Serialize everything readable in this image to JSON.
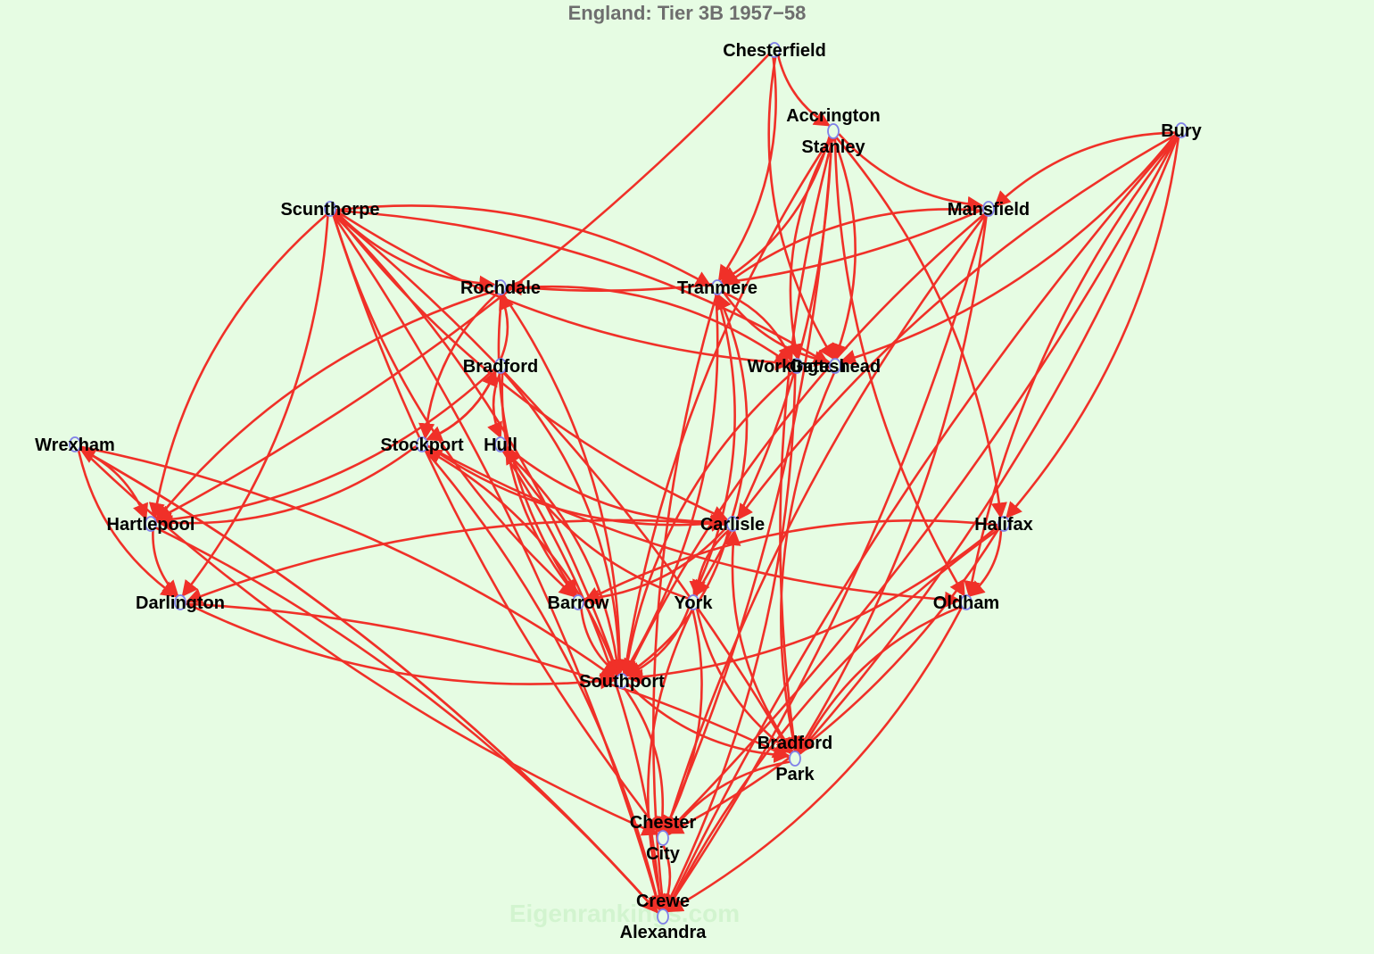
{
  "title": "England: Tier 3B 1957−58",
  "watermark": "Eigenrankings.com",
  "colors": {
    "background": "#e6fce3",
    "edge": "#f03028",
    "node_stroke": "#8080e8",
    "node_fill": "#e6fce3",
    "title": "#6e6e6e"
  },
  "nodes": [
    {
      "id": "chesterfield",
      "lines": [
        "Chesterfield"
      ]
    },
    {
      "id": "accrington",
      "lines": [
        "Accrington",
        "Stanley"
      ]
    },
    {
      "id": "bury",
      "lines": [
        "Bury"
      ]
    },
    {
      "id": "scunthorpe",
      "lines": [
        "Scunthorpe"
      ]
    },
    {
      "id": "mansfield",
      "lines": [
        "Mansfield"
      ]
    },
    {
      "id": "rochdale",
      "lines": [
        "Rochdale"
      ]
    },
    {
      "id": "tranmere",
      "lines": [
        "Tranmere"
      ]
    },
    {
      "id": "bradford",
      "lines": [
        "Bradford"
      ]
    },
    {
      "id": "workington",
      "lines": [
        "Workington"
      ]
    },
    {
      "id": "gateshead",
      "lines": [
        "Gateshead"
      ]
    },
    {
      "id": "wrexham",
      "lines": [
        "Wrexham"
      ]
    },
    {
      "id": "stockport",
      "lines": [
        "Stockport"
      ]
    },
    {
      "id": "hull",
      "lines": [
        "Hull"
      ]
    },
    {
      "id": "hartlepool",
      "lines": [
        "Hartlepool"
      ]
    },
    {
      "id": "carlisle",
      "lines": [
        "Carlisle"
      ]
    },
    {
      "id": "halifax",
      "lines": [
        "Halifax"
      ]
    },
    {
      "id": "darlington",
      "lines": [
        "Darlington"
      ]
    },
    {
      "id": "barrow",
      "lines": [
        "Barrow"
      ]
    },
    {
      "id": "york",
      "lines": [
        "York"
      ]
    },
    {
      "id": "oldham",
      "lines": [
        "Oldham"
      ]
    },
    {
      "id": "southport",
      "lines": [
        "Southport"
      ]
    },
    {
      "id": "bradfordpark",
      "lines": [
        "Bradford",
        "Park"
      ]
    },
    {
      "id": "chester",
      "lines": [
        "Chester",
        "City"
      ]
    },
    {
      "id": "crewe",
      "lines": [
        "Crewe",
        "Alexandra"
      ]
    }
  ],
  "edges": [
    [
      "chesterfield",
      "accrington"
    ],
    [
      "chesterfield",
      "tranmere"
    ],
    [
      "chesterfield",
      "gateshead"
    ],
    [
      "chesterfield",
      "hartlepool"
    ],
    [
      "accrington",
      "mansfield"
    ],
    [
      "accrington",
      "tranmere"
    ],
    [
      "accrington",
      "workington"
    ],
    [
      "accrington",
      "gateshead"
    ],
    [
      "accrington",
      "southport"
    ],
    [
      "accrington",
      "halifax"
    ],
    [
      "accrington",
      "bradfordpark"
    ],
    [
      "accrington",
      "york"
    ],
    [
      "accrington",
      "oldham"
    ],
    [
      "accrington",
      "chester"
    ],
    [
      "bury",
      "mansfield"
    ],
    [
      "bury",
      "gateshead"
    ],
    [
      "bury",
      "carlisle"
    ],
    [
      "bury",
      "halifax"
    ],
    [
      "bury",
      "oldham"
    ],
    [
      "bury",
      "chester"
    ],
    [
      "bury",
      "crewe"
    ],
    [
      "bury",
      "bradfordpark"
    ],
    [
      "scunthorpe",
      "rochdale"
    ],
    [
      "scunthorpe",
      "tranmere"
    ],
    [
      "scunthorpe",
      "workington"
    ],
    [
      "scunthorpe",
      "gateshead"
    ],
    [
      "scunthorpe",
      "hartlepool"
    ],
    [
      "scunthorpe",
      "darlington"
    ],
    [
      "scunthorpe",
      "barrow"
    ],
    [
      "scunthorpe",
      "southport"
    ],
    [
      "scunthorpe",
      "carlisle"
    ],
    [
      "scunthorpe",
      "bradfordpark"
    ],
    [
      "scunthorpe",
      "chester"
    ],
    [
      "scunthorpe",
      "crewe"
    ],
    [
      "mansfield",
      "tranmere"
    ],
    [
      "mansfield",
      "rochdale"
    ],
    [
      "mansfield",
      "southport"
    ],
    [
      "mansfield",
      "bradfordpark"
    ],
    [
      "mansfield",
      "chester"
    ],
    [
      "mansfield",
      "crewe"
    ],
    [
      "rochdale",
      "stockport"
    ],
    [
      "rochdale",
      "workington"
    ],
    [
      "rochdale",
      "barrow"
    ],
    [
      "rochdale",
      "southport"
    ],
    [
      "rochdale",
      "hartlepool"
    ],
    [
      "tranmere",
      "workington"
    ],
    [
      "tranmere",
      "gateshead"
    ],
    [
      "tranmere",
      "southport"
    ],
    [
      "tranmere",
      "crewe"
    ],
    [
      "tranmere",
      "york"
    ],
    [
      "bradford",
      "rochdale"
    ],
    [
      "bradford",
      "stockport"
    ],
    [
      "bradford",
      "hull"
    ],
    [
      "bradford",
      "hartlepool"
    ],
    [
      "bradford",
      "barrow"
    ],
    [
      "bradford",
      "southport"
    ],
    [
      "workington",
      "southport"
    ],
    [
      "workington",
      "crewe"
    ],
    [
      "gateshead",
      "bradfordpark"
    ],
    [
      "wrexham",
      "hartlepool"
    ],
    [
      "wrexham",
      "darlington"
    ],
    [
      "wrexham",
      "southport"
    ],
    [
      "wrexham",
      "chester"
    ],
    [
      "wrexham",
      "crewe"
    ],
    [
      "stockport",
      "bradford"
    ],
    [
      "stockport",
      "hartlepool"
    ],
    [
      "stockport",
      "carlisle"
    ],
    [
      "stockport",
      "crewe"
    ],
    [
      "stockport",
      "oldham"
    ],
    [
      "hull",
      "southport"
    ],
    [
      "hull",
      "carlisle"
    ],
    [
      "hull",
      "crewe"
    ],
    [
      "hartlepool",
      "darlington"
    ],
    [
      "hartlepool",
      "crewe"
    ],
    [
      "carlisle",
      "tranmere"
    ],
    [
      "carlisle",
      "barrow"
    ],
    [
      "carlisle",
      "york"
    ],
    [
      "carlisle",
      "southport"
    ],
    [
      "carlisle",
      "darlington"
    ],
    [
      "halifax",
      "oldham"
    ],
    [
      "halifax",
      "barrow"
    ],
    [
      "halifax",
      "southport"
    ],
    [
      "halifax",
      "crewe"
    ],
    [
      "halifax",
      "chester"
    ],
    [
      "darlington",
      "southport"
    ],
    [
      "darlington",
      "bradfordpark"
    ],
    [
      "barrow",
      "southport"
    ],
    [
      "york",
      "southport"
    ],
    [
      "york",
      "bradfordpark"
    ],
    [
      "york",
      "chester"
    ],
    [
      "york",
      "crewe"
    ],
    [
      "york",
      "hull"
    ],
    [
      "oldham",
      "bradfordpark"
    ],
    [
      "oldham",
      "crewe"
    ],
    [
      "southport",
      "stockport"
    ],
    [
      "southport",
      "chester"
    ],
    [
      "southport",
      "bradfordpark"
    ],
    [
      "bradfordpark",
      "carlisle"
    ],
    [
      "bradfordpark",
      "chester"
    ],
    [
      "chester",
      "crewe"
    ],
    [
      "crewe",
      "wrexham"
    ]
  ]
}
